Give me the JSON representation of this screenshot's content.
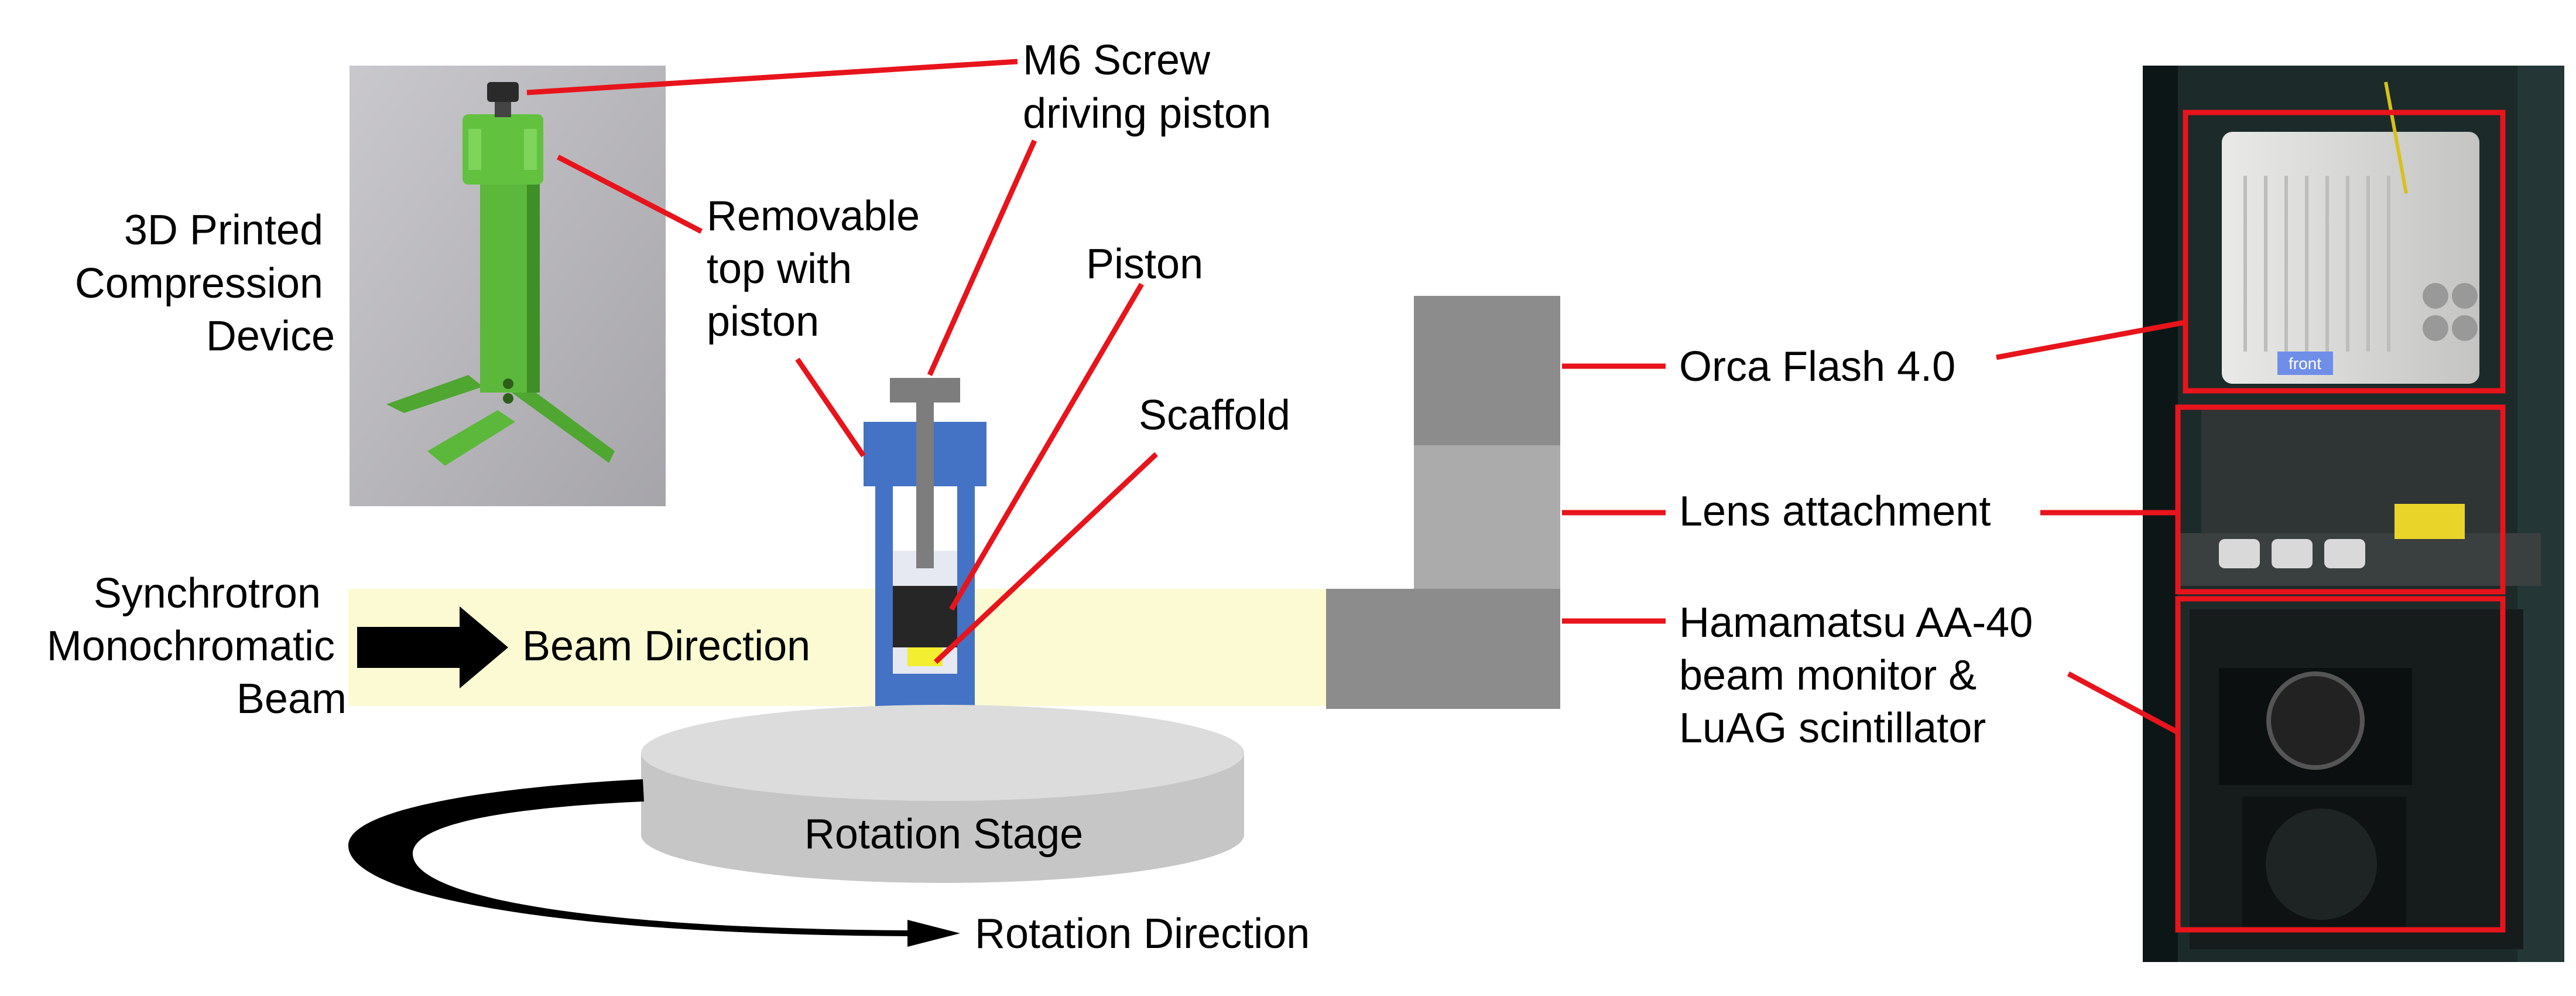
{
  "labels": {
    "device_title": [
      "3D Printed",
      "Compression",
      "Device"
    ],
    "m6_screw": [
      "M6 Screw",
      "driving piston"
    ],
    "removable_top": [
      "Removable",
      "top with",
      "piston"
    ],
    "piston": "Piston",
    "scaffold": "Scaffold",
    "synchrotron": [
      "Synchrotron",
      "Monochromatic",
      "Beam"
    ],
    "beam_direction": "Beam Direction",
    "rotation_stage": "Rotation Stage",
    "rotation_direction": "Rotation Direction",
    "orca": "Orca Flash 4.0",
    "lens": "Lens attachment",
    "hamamatsu": [
      "Hamamatsu AA-40",
      "beam monitor &",
      "LuAG scintillator"
    ]
  },
  "photo_text": {
    "front_sticker": "front"
  },
  "colors": {
    "callout": "#e8141c",
    "beam": "#fbfad2",
    "device_blue": "#4472c4",
    "stage": "#cfcfcf",
    "detector_dark": "#8c8c8c",
    "detector_light": "#ababab",
    "scaffold": "#f3ee2f",
    "printed_green": "#5cb83a"
  }
}
